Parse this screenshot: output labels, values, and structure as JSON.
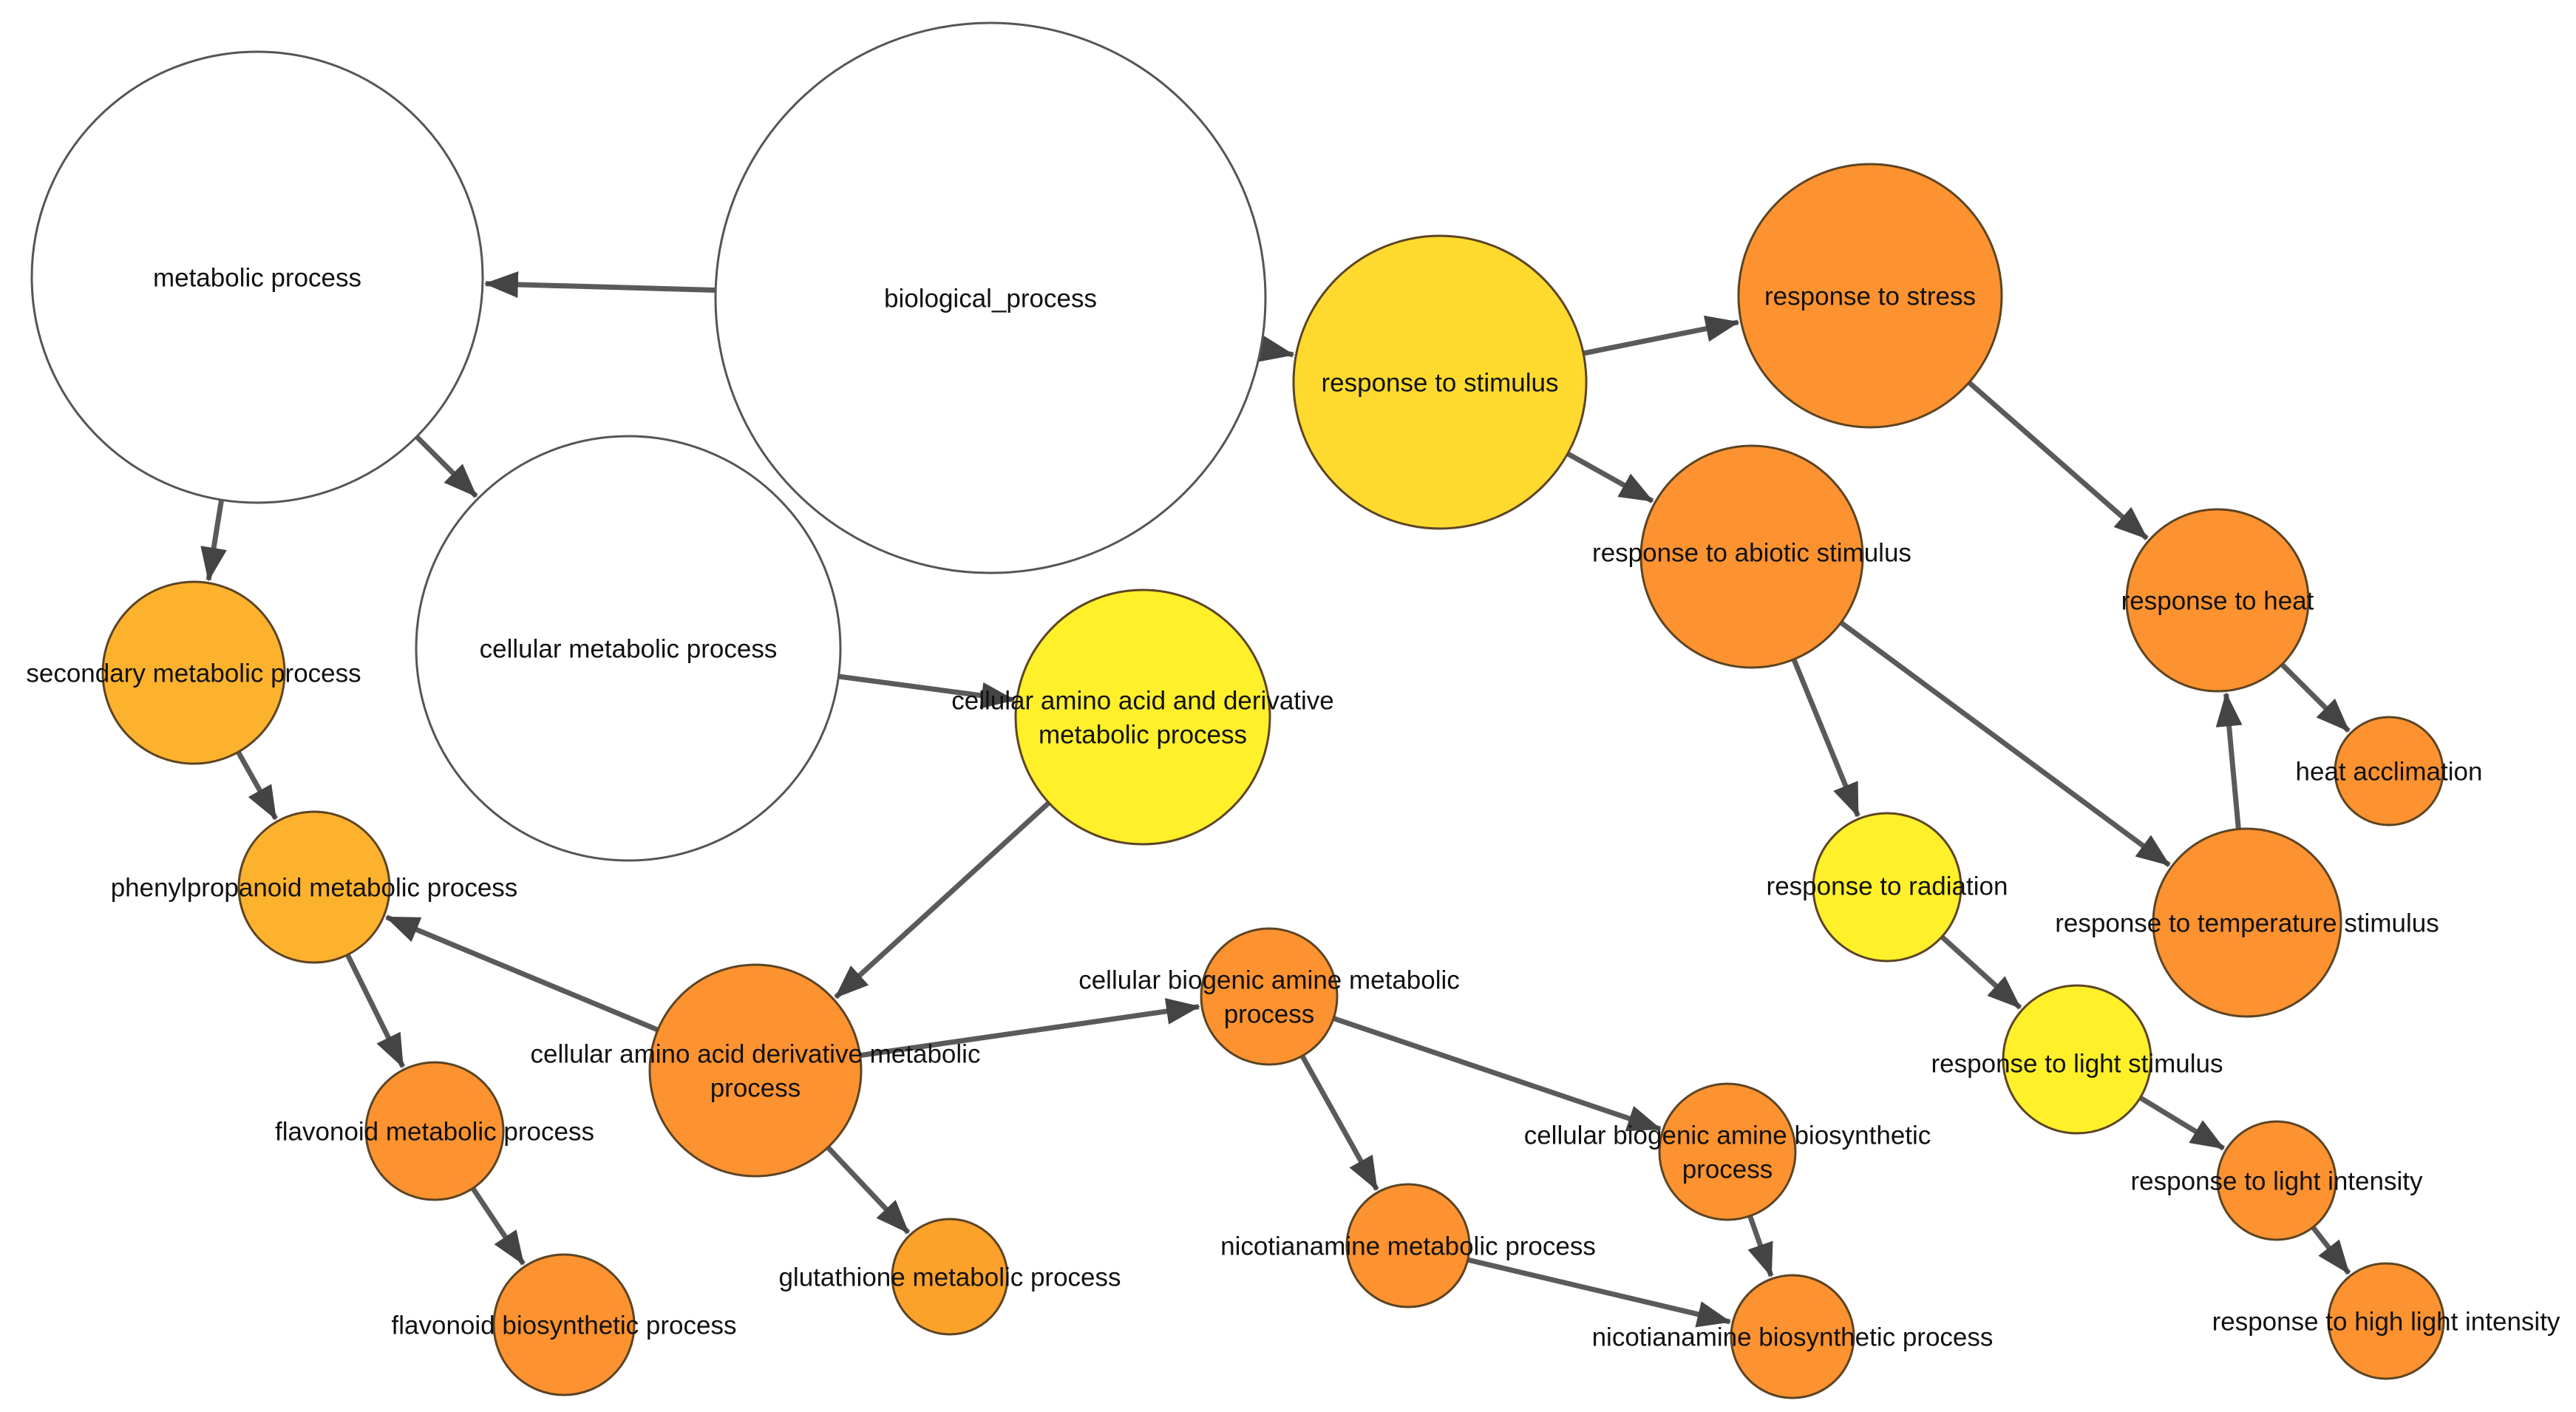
{
  "colors": {
    "white": "#FFFFFF",
    "yellow": "#FFF02A",
    "yellow_orange": "#FFDA2E",
    "light_orange": "#FDB22E",
    "orange_mid": "#FCA12A",
    "orange": "#FD9230",
    "edge": "#5A5A5A",
    "node_stroke": "#5C4424"
  },
  "nodes": [
    {
      "id": "metabolic",
      "lines": [
        "metabolic process"
      ],
      "color": "white"
    },
    {
      "id": "biological",
      "lines": [
        "biological_process"
      ],
      "color": "white"
    },
    {
      "id": "cellular_metabolic",
      "lines": [
        "cellular metabolic process"
      ],
      "color": "white"
    },
    {
      "id": "response_stimulus",
      "lines": [
        "response to stimulus"
      ],
      "color": "yellow_orange"
    },
    {
      "id": "response_stress",
      "lines": [
        "response to stress"
      ],
      "color": "orange"
    },
    {
      "id": "response_abiotic",
      "lines": [
        "response to abiotic stimulus"
      ],
      "color": "orange"
    },
    {
      "id": "response_heat",
      "lines": [
        "response to heat"
      ],
      "color": "orange"
    },
    {
      "id": "heat_acclimation",
      "lines": [
        "heat acclimation"
      ],
      "color": "orange"
    },
    {
      "id": "secondary",
      "lines": [
        "secondary metabolic process"
      ],
      "color": "light_orange"
    },
    {
      "id": "amino_deriv_meta",
      "lines": [
        "cellular amino acid and derivative",
        "metabolic process"
      ],
      "color": "yellow"
    },
    {
      "id": "phenylpropanoid",
      "lines": [
        "phenylpropanoid metabolic process"
      ],
      "color": "light_orange"
    },
    {
      "id": "response_radiation",
      "lines": [
        "response to radiation"
      ],
      "color": "yellow"
    },
    {
      "id": "response_temperature",
      "lines": [
        "response to temperature stimulus"
      ],
      "color": "orange"
    },
    {
      "id": "amine_derivative",
      "lines": [
        "cellular amino acid derivative metabolic",
        "process"
      ],
      "color": "orange"
    },
    {
      "id": "biogenic_meta",
      "lines": [
        "cellular biogenic amine metabolic",
        "process"
      ],
      "color": "orange"
    },
    {
      "id": "response_light",
      "lines": [
        "response to light stimulus"
      ],
      "color": "yellow"
    },
    {
      "id": "flavonoid_meta",
      "lines": [
        "flavonoid metabolic process"
      ],
      "color": "orange"
    },
    {
      "id": "biogenic_bio",
      "lines": [
        "cellular biogenic amine biosynthetic",
        "process"
      ],
      "color": "orange"
    },
    {
      "id": "light_intensity",
      "lines": [
        "response to light intensity"
      ],
      "color": "orange"
    },
    {
      "id": "glutathione",
      "lines": [
        "glutathione metabolic process"
      ],
      "color": "orange_mid"
    },
    {
      "id": "nicotianamine_meta",
      "lines": [
        "nicotianamine metabolic process"
      ],
      "color": "orange"
    },
    {
      "id": "flavonoid_bio",
      "lines": [
        "flavonoid biosynthetic process"
      ],
      "color": "orange"
    },
    {
      "id": "nicotianamine_bio",
      "lines": [
        "nicotianamine biosynthetic process"
      ],
      "color": "orange"
    },
    {
      "id": "high_light",
      "lines": [
        "response to high light intensity"
      ],
      "color": "orange"
    }
  ],
  "edges": [
    {
      "from": "biological",
      "to": "metabolic"
    },
    {
      "from": "biological",
      "to": "response_stimulus"
    },
    {
      "from": "metabolic",
      "to": "cellular_metabolic"
    },
    {
      "from": "metabolic",
      "to": "secondary"
    },
    {
      "from": "response_stimulus",
      "to": "response_stress"
    },
    {
      "from": "response_stimulus",
      "to": "response_abiotic"
    },
    {
      "from": "response_stress",
      "to": "response_heat"
    },
    {
      "from": "response_heat",
      "to": "heat_acclimation"
    },
    {
      "from": "response_temperature",
      "to": "response_heat"
    },
    {
      "from": "response_abiotic",
      "to": "response_temperature"
    },
    {
      "from": "response_abiotic",
      "to": "response_radiation"
    },
    {
      "from": "response_radiation",
      "to": "response_light"
    },
    {
      "from": "response_light",
      "to": "light_intensity"
    },
    {
      "from": "light_intensity",
      "to": "high_light"
    },
    {
      "from": "cellular_metabolic",
      "to": "amino_deriv_meta"
    },
    {
      "from": "amino_deriv_meta",
      "to": "amine_derivative"
    },
    {
      "from": "secondary",
      "to": "phenylpropanoid"
    },
    {
      "from": "amine_derivative",
      "to": "phenylpropanoid"
    },
    {
      "from": "phenylpropanoid",
      "to": "flavonoid_meta"
    },
    {
      "from": "flavonoid_meta",
      "to": "flavonoid_bio"
    },
    {
      "from": "amine_derivative",
      "to": "biogenic_meta"
    },
    {
      "from": "amine_derivative",
      "to": "glutathione"
    },
    {
      "from": "biogenic_meta",
      "to": "biogenic_bio"
    },
    {
      "from": "biogenic_meta",
      "to": "nicotianamine_meta"
    },
    {
      "from": "biogenic_bio",
      "to": "nicotianamine_bio"
    },
    {
      "from": "nicotianamine_meta",
      "to": "nicotianamine_bio"
    }
  ]
}
